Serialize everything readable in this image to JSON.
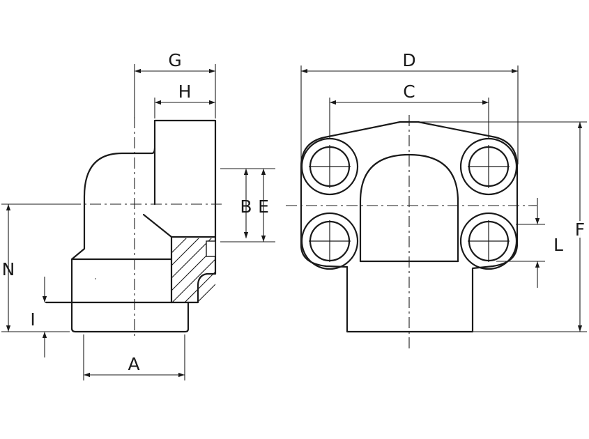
{
  "labels": {
    "A": "A",
    "B": "B",
    "C": "C",
    "D": "D",
    "E": "E",
    "F": "F",
    "G": "G",
    "H": "H",
    "I": "I",
    "L": "L",
    "N": "N"
  },
  "colors": {
    "line": "#1a1a1a",
    "background": "#ffffff"
  }
}
